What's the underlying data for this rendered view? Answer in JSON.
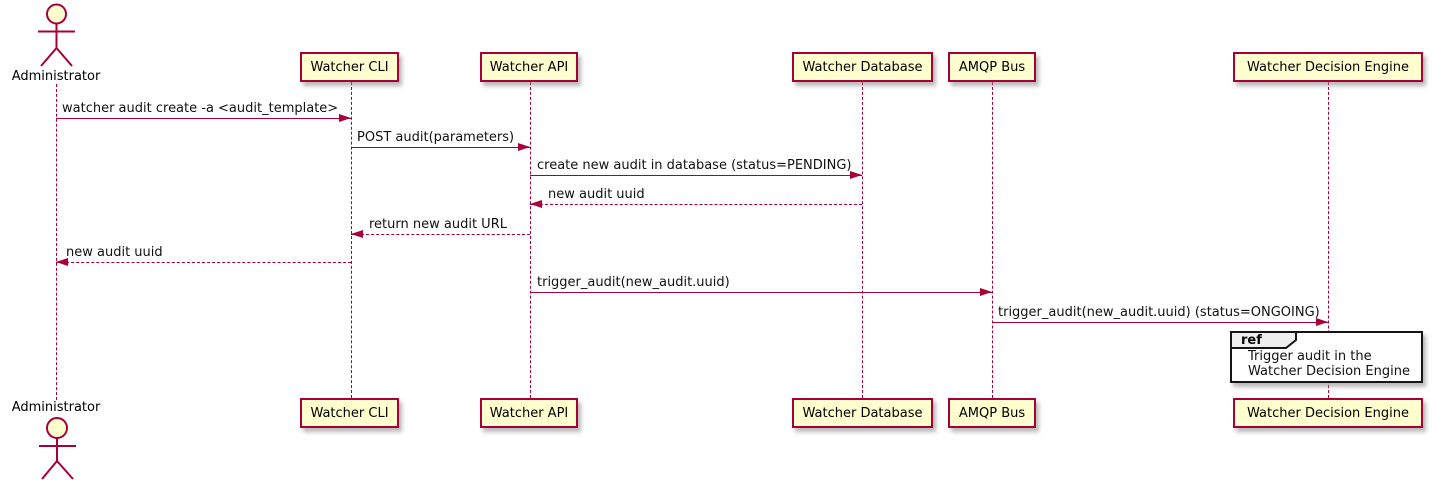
{
  "diagram_type": "sequence-diagram",
  "colors": {
    "participant_fill": "#FEFECE",
    "accent_border": "#A80036",
    "message_line": "#A80036",
    "text": "#000000",
    "ref_border": "#151515",
    "ref_tab_fill": "#EEEEEE",
    "background": "#FFFFFF"
  },
  "actor": {
    "label": "Administrator"
  },
  "participants": [
    {
      "label": "Watcher CLI"
    },
    {
      "label": "Watcher API"
    },
    {
      "label": "Watcher Database"
    },
    {
      "label": "AMQP Bus"
    },
    {
      "label": "Watcher Decision Engine"
    }
  ],
  "messages": [
    {
      "label": "watcher audit create -a <audit_template>",
      "from": "Administrator",
      "to": "Watcher CLI",
      "style": "solid",
      "direction": "right"
    },
    {
      "label": "POST audit(parameters)",
      "from": "Watcher CLI",
      "to": "Watcher API",
      "style": "solid",
      "direction": "right"
    },
    {
      "label": "create new audit in database (status=PENDING)",
      "from": "Watcher API",
      "to": "Watcher Database",
      "style": "solid",
      "direction": "right"
    },
    {
      "label": "new audit uuid",
      "from": "Watcher Database",
      "to": "Watcher API",
      "style": "dashed",
      "direction": "left"
    },
    {
      "label": "return new audit URL",
      "from": "Watcher API",
      "to": "Watcher CLI",
      "style": "dashed",
      "direction": "left"
    },
    {
      "label": "new audit uuid",
      "from": "Watcher CLI",
      "to": "Administrator",
      "style": "dashed",
      "direction": "left"
    },
    {
      "label": "trigger_audit(new_audit.uuid)",
      "from": "Watcher API",
      "to": "AMQP Bus",
      "style": "solid",
      "direction": "right"
    },
    {
      "label": "trigger_audit(new_audit.uuid) (status=ONGOING)",
      "from": "AMQP Bus",
      "to": "Watcher Decision Engine",
      "style": "solid",
      "direction": "right"
    }
  ],
  "ref": {
    "keyword": "ref",
    "lines": [
      "Trigger audit in the",
      "Watcher Decision Engine"
    ]
  }
}
